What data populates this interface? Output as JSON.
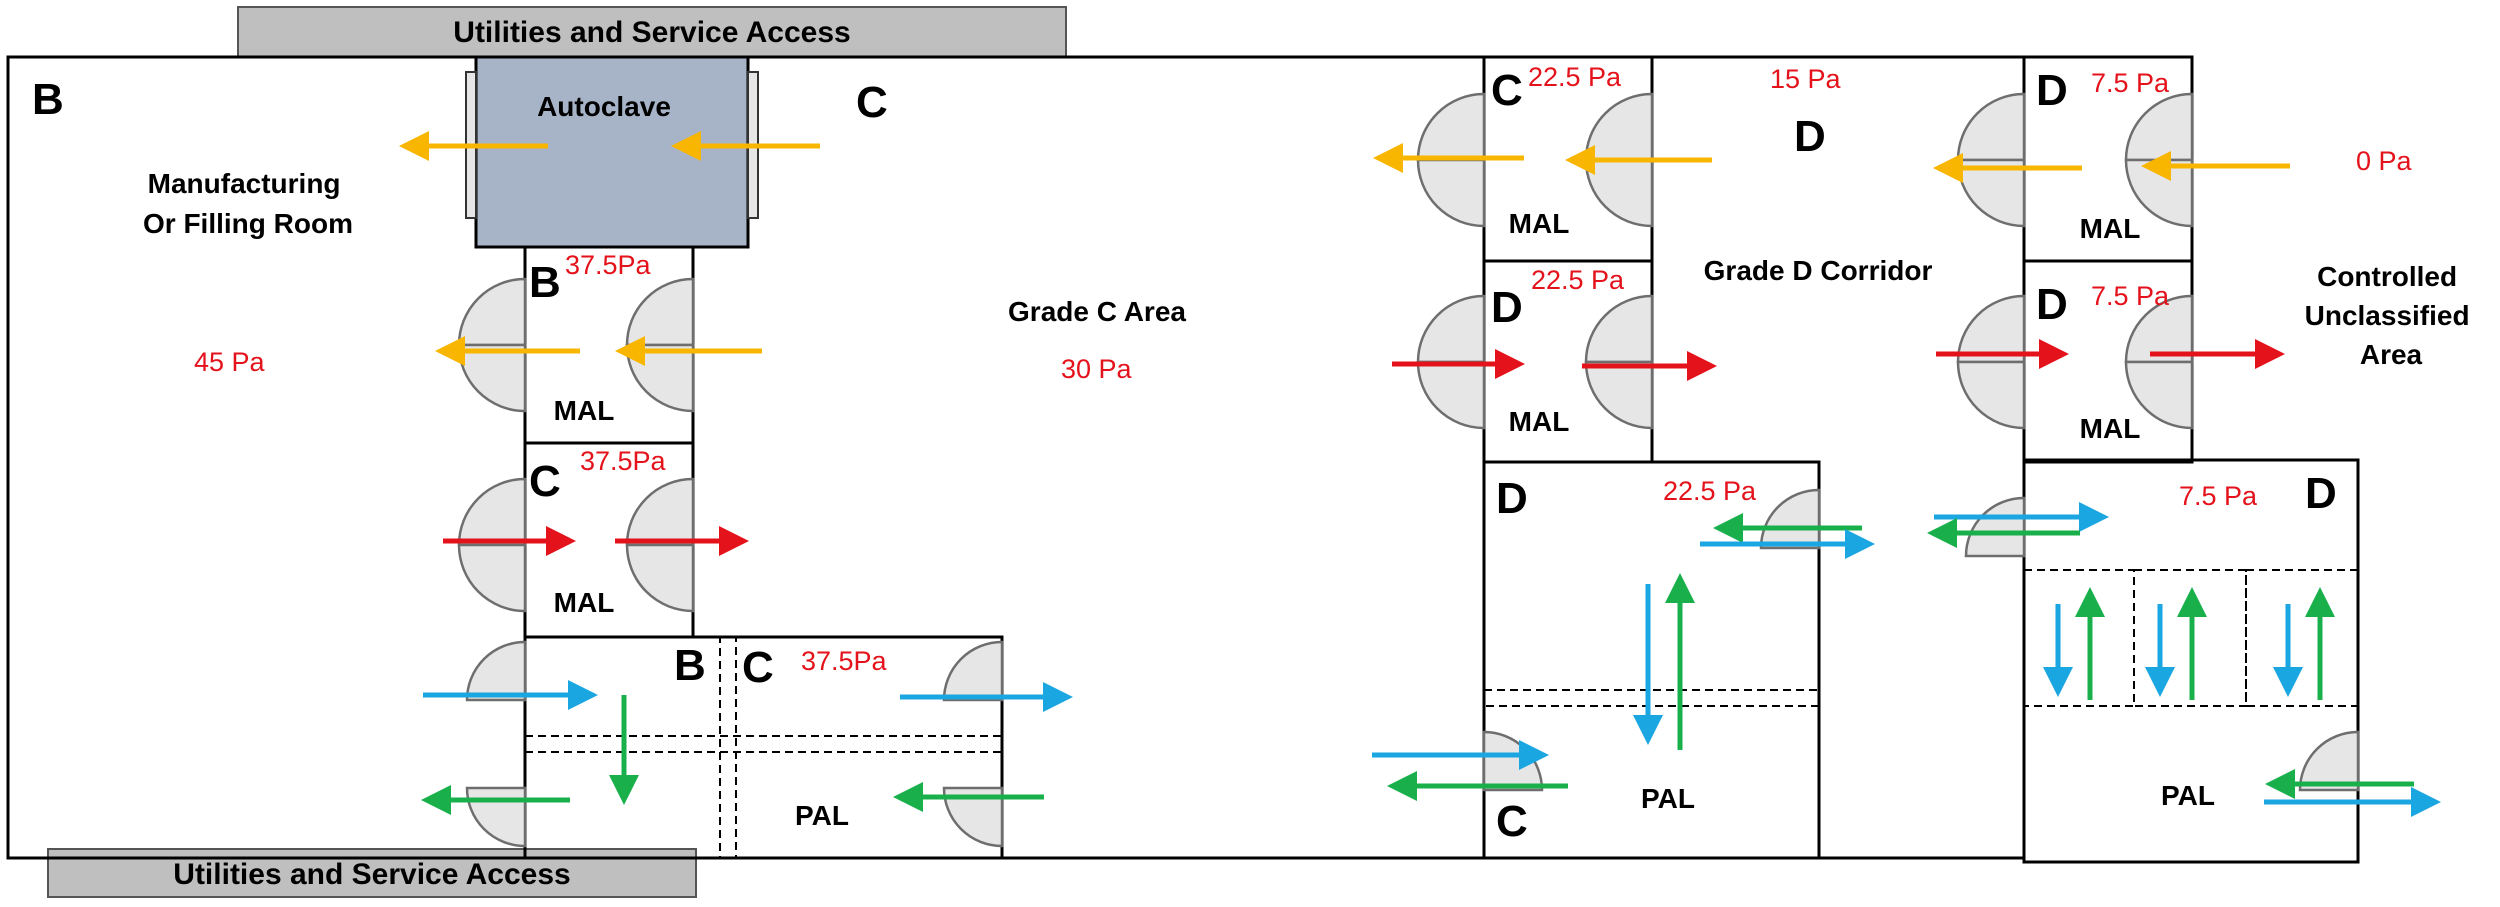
{
  "bars": {
    "top": "Utilities and Service Access",
    "bottom": "Utilities and Service Access"
  },
  "rooms": {
    "manufacturing": "Manufacturing\nOr Filling  Room",
    "autoclave": "Autoclave",
    "grade_c_area": "Grade C Area",
    "grade_d_corridor": "Grade D Corridor",
    "controlled_unclassified": "Controlled\nUnclassified\nArea",
    "mal": "MAL",
    "pal": "PAL"
  },
  "grades": {
    "b_main": "B",
    "c_main": "C",
    "mal1": "B",
    "mal2": "C",
    "pal1_b": "B",
    "pal1_c": "C",
    "mal3": "C",
    "mal4": "D",
    "corridor": "D",
    "mal5": "D",
    "mal6": "D",
    "pal2_d": "D",
    "pal2_c": "C",
    "pal3_d": "D"
  },
  "pressures": {
    "manufacturing": "45 Pa",
    "grade_c": "30 Pa",
    "mal1": "37.5Pa",
    "mal2": "37.5Pa",
    "pal1": "37.5Pa",
    "mal3": "22.5 Pa",
    "mal4": "22.5 Pa",
    "corridor": "15 Pa",
    "mal5": "7.5 Pa",
    "mal6": "7.5 Pa",
    "outside": "0 Pa",
    "pal2": "22.5 Pa",
    "pal3": "7.5 Pa"
  },
  "legend_colors": {
    "material_air_flow": "#f8b600",
    "personnel_out": "#e4121b",
    "to_clean": "#1aa6e0",
    "to_dirty": "#19b04b"
  }
}
